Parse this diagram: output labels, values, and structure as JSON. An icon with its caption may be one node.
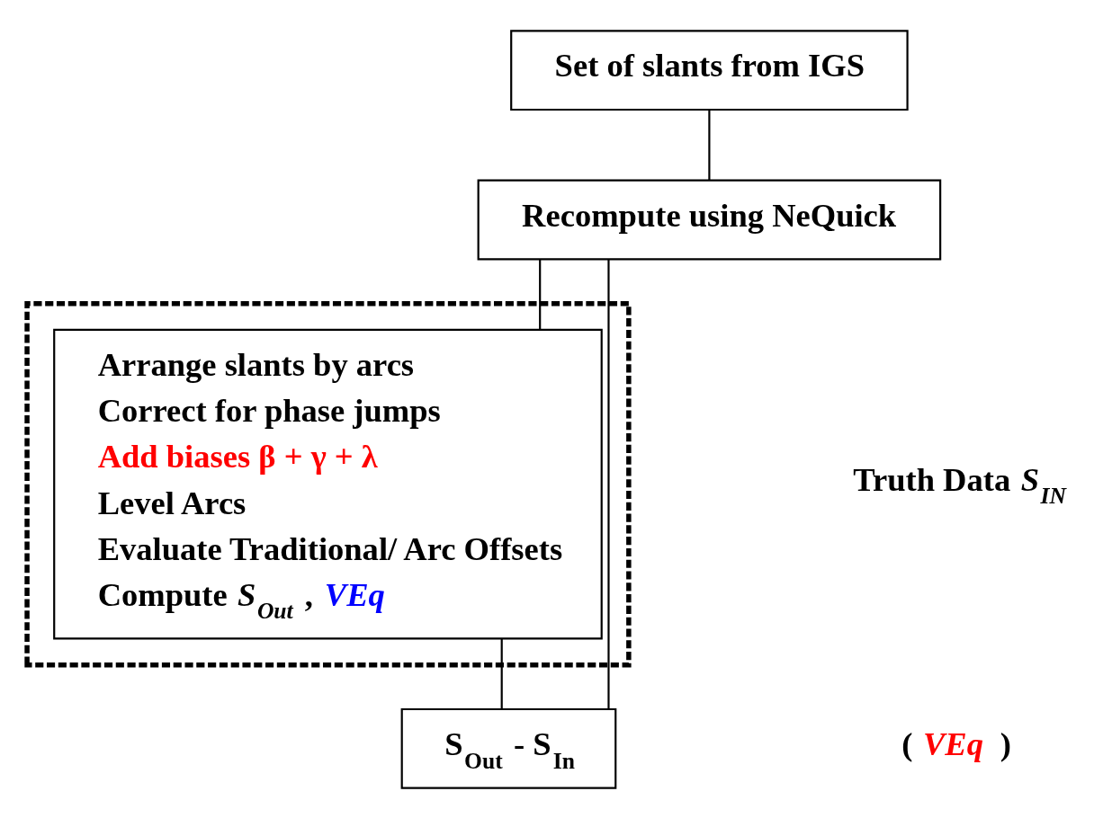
{
  "diagram": {
    "nodes": [
      {
        "text": [
          "Set of slants from IGS"
        ]
      },
      {
        "text": [
          "Recompute using NeQuick"
        ]
      },
      {
        "text": [],
        "shape": "box"
      },
      {
        "text": [
          "Arrange slants by arcs",
          "Correct for phase jumps",
          "Add biases β + γ + λ",
          "Level Arcs",
          "Evaluate Traditional/ Arc Offsets",
          "Compute *S$_{Out}$* , *VEq*"
        ],
        "in": 2
      },
      {
        "text": [
          "S$_{Out}$ - S$_{In}$"
        ]
      }
    ],
    "edges": [
      {
        "from": 0,
        "to": 1,
        "arrow": "none"
      },
      {
        "from": 1,
        "to": 3,
        "arrow": "none"
      },
      {
        "from": 1,
        "to": 4,
        "arrow": "none"
      },
      {
        "from": 3,
        "to": 4,
        "arrow": "none"
      }
    ],
    "labels": [
      "Truth Data *S$_{IN}$*",
      "( *VEq* )"
    ]
  }
}
